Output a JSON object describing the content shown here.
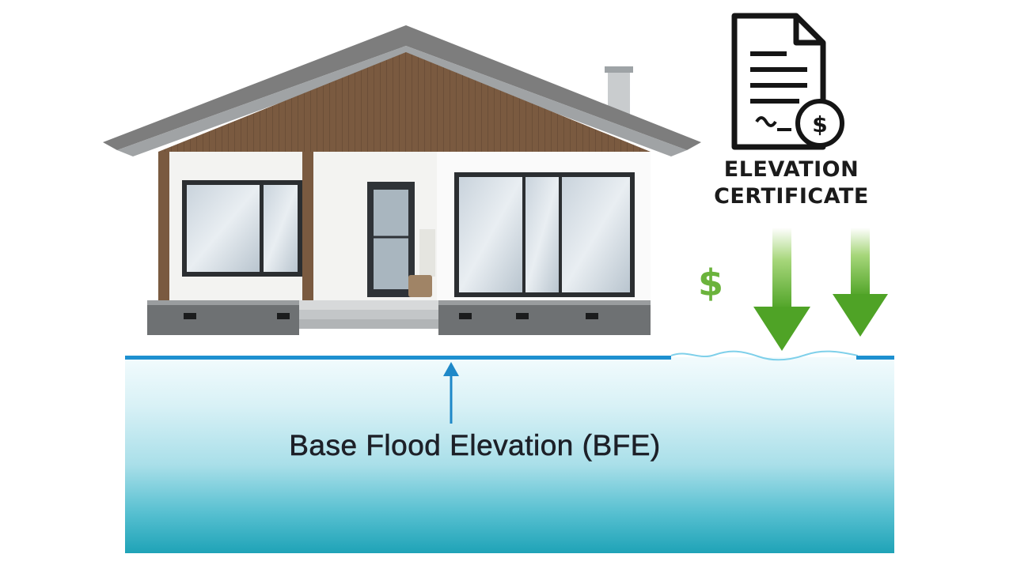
{
  "certificate": {
    "line1": "ELEVATION",
    "line2": "CERTIFICATE",
    "badge_symbol": "$"
  },
  "savings_symbol": "$",
  "bfe": {
    "label": "Base Flood Elevation (BFE)"
  },
  "icons": [
    "house-illustration",
    "document-icon",
    "dollar-badge-icon",
    "down-arrow-icon",
    "up-arrow-icon"
  ],
  "colors": {
    "water_top": "#f2fbfd",
    "water_bottom": "#1fa3b7",
    "bfe_line": "#1e90d0",
    "savings_green": "#6bb33c",
    "text": "#1d2028"
  }
}
